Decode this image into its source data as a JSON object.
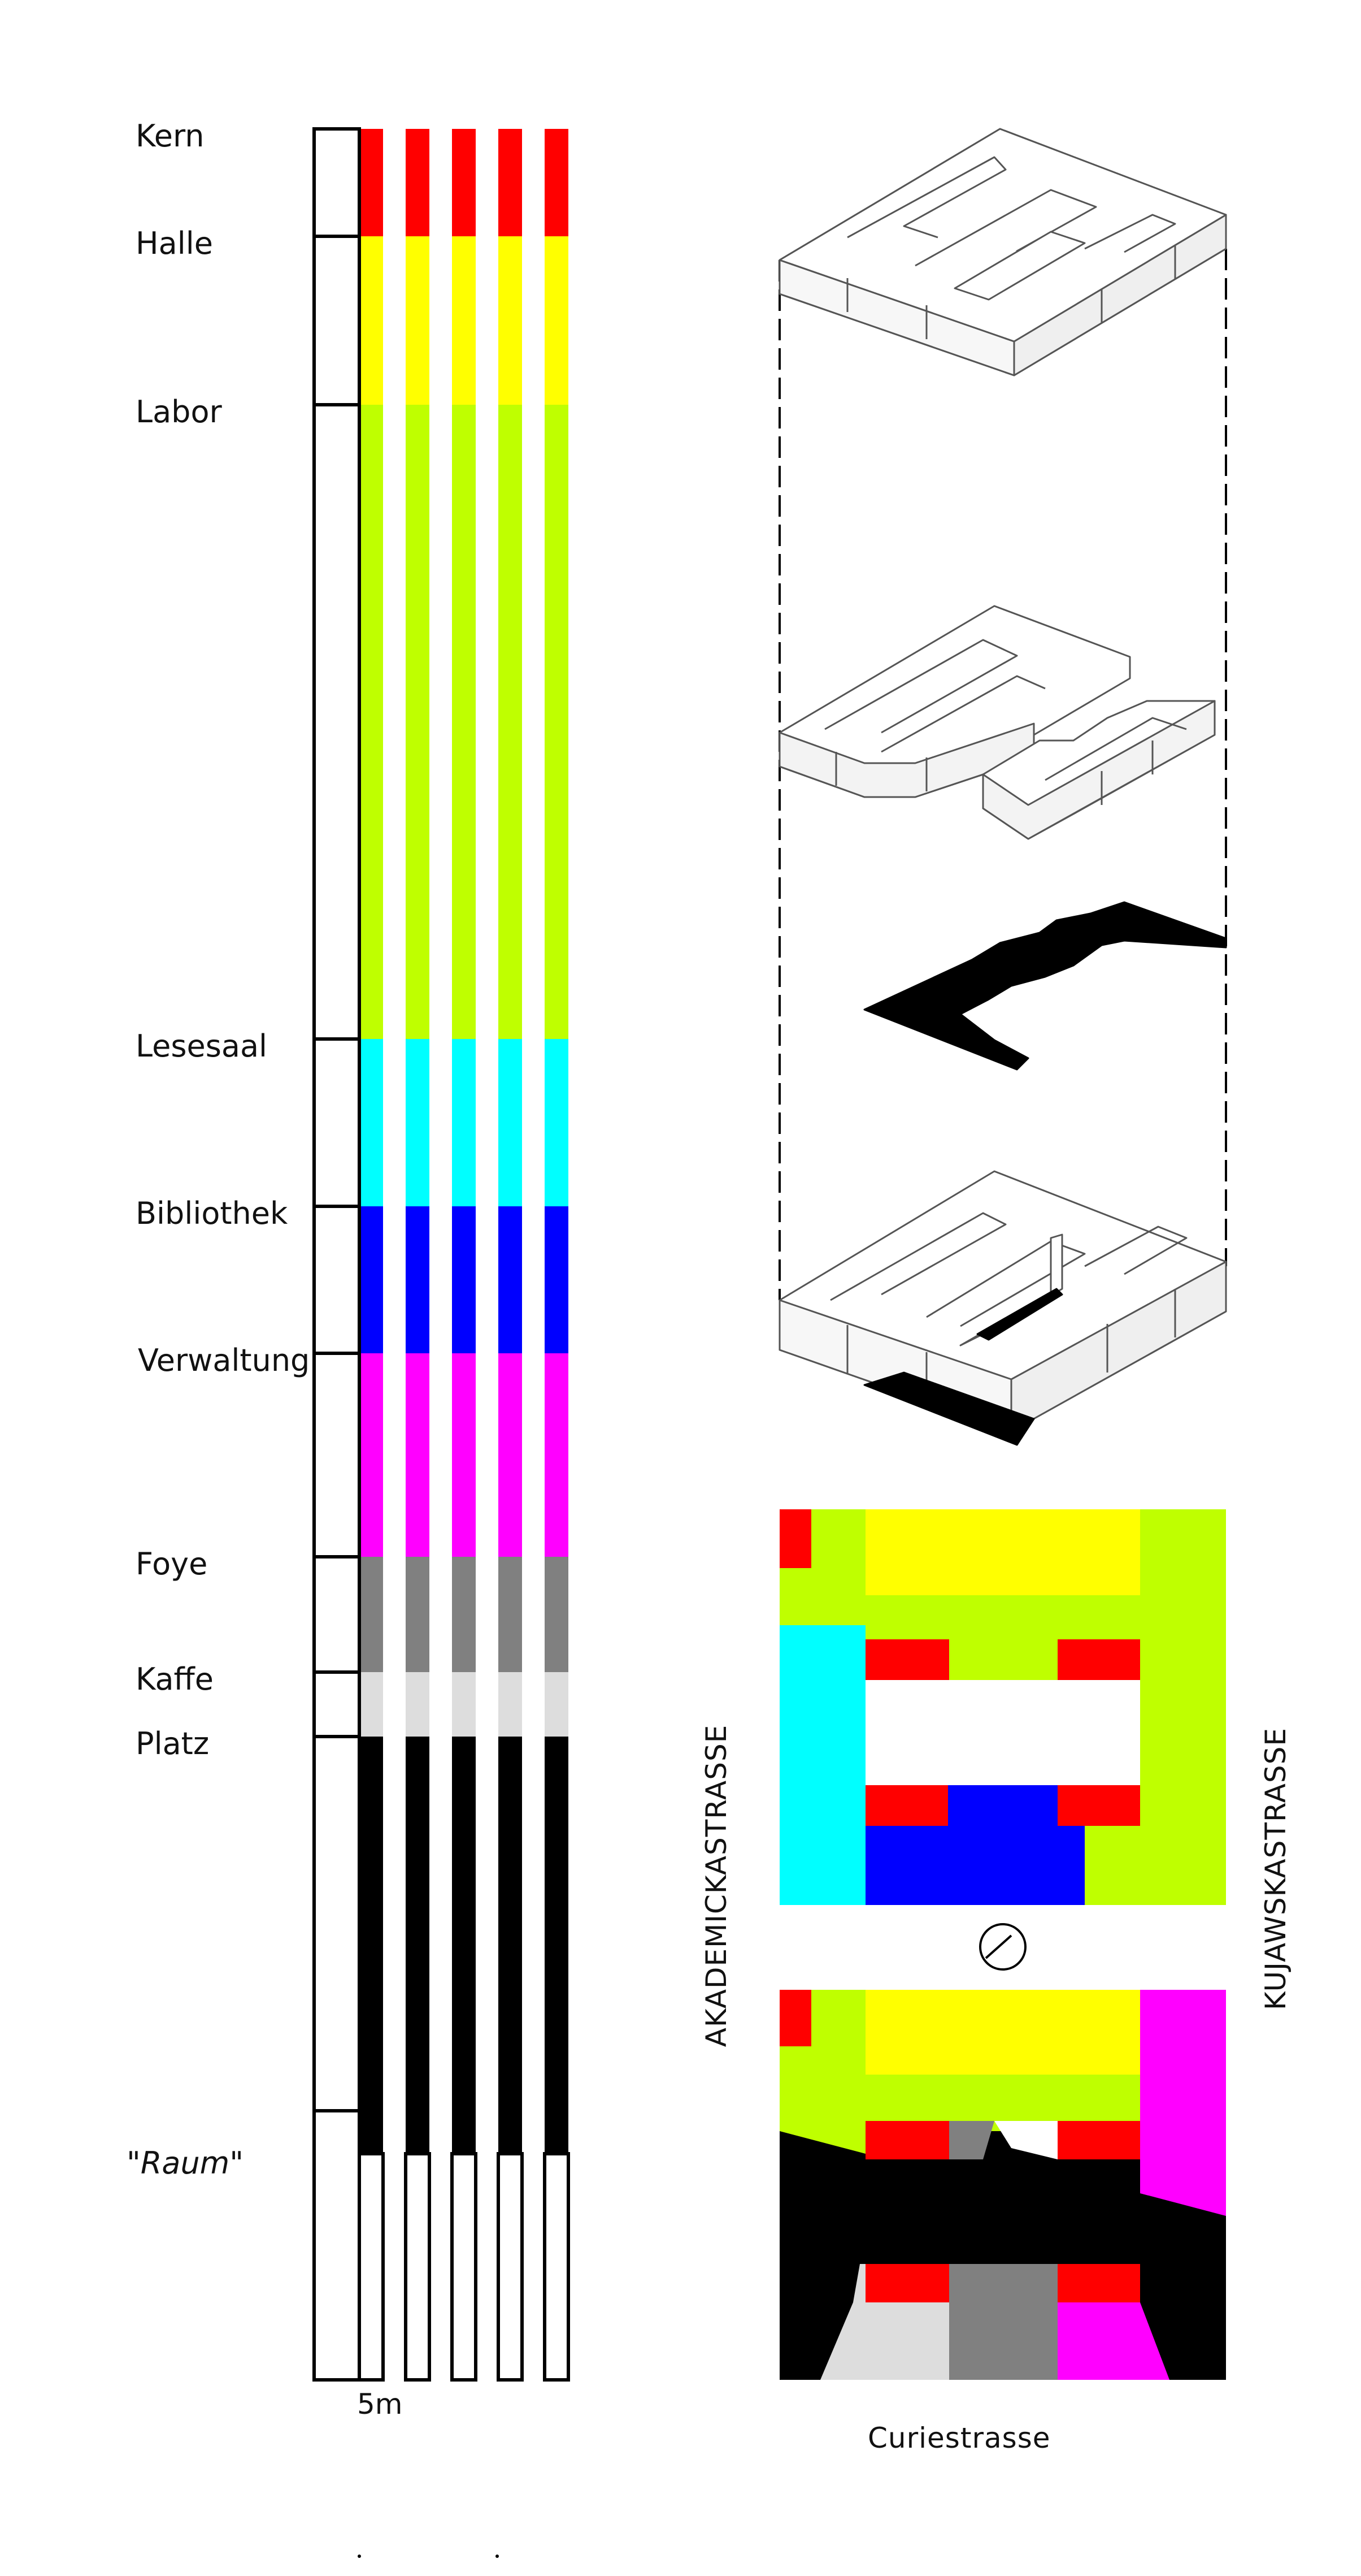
{
  "layers": [
    {
      "key": "kern",
      "label": "Kern",
      "color": "#ff0000"
    },
    {
      "key": "halle",
      "label": "Halle",
      "color": "#ffff00"
    },
    {
      "key": "labor",
      "label": "Labor",
      "color": "#bfff00"
    },
    {
      "key": "lesesaal",
      "label": "Lesesaal",
      "color": "#00ffff"
    },
    {
      "key": "bibliothek",
      "label": "Bibliothek",
      "color": "#0000ff"
    },
    {
      "key": "verwaltung",
      "label": "Verwaltung",
      "color": "#ff00ff"
    },
    {
      "key": "foye",
      "label": "Foye",
      "color": "#808080"
    },
    {
      "key": "kaffe",
      "label": "Kaffe",
      "color": "#dddddd"
    },
    {
      "key": "platz",
      "label": "Platz",
      "color": "#000000"
    },
    {
      "key": "raum",
      "label": "\"Raum\"",
      "color": "#ffffff"
    }
  ],
  "scale_label": "5m",
  "streets": {
    "left": "AKADEMICKASTRASSE",
    "right": "KUJAWSKASTRASSE",
    "bottom": "Curiestrasse"
  },
  "colors": {
    "outline": "#000000",
    "isometric_stroke": "#555555",
    "background": "#ffffff"
  }
}
